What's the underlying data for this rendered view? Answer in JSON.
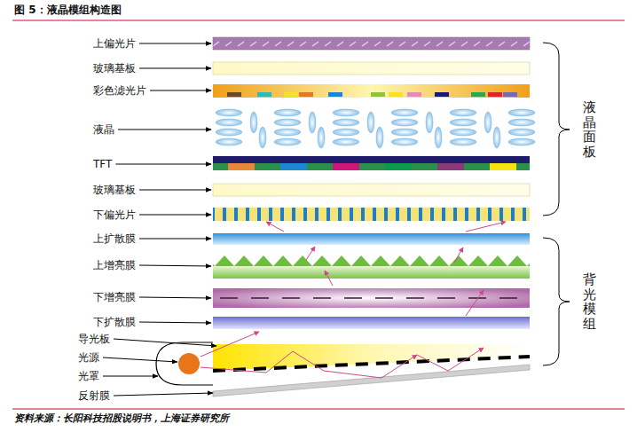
{
  "diagram": {
    "title": "图 5：液晶模组构造图",
    "caption": "资料来源：长阳科技招股说明书，上海证券研究所",
    "labels": [
      "上偏光片",
      "玻璃基板",
      "彩色滤光片",
      "液晶",
      "TFT",
      "玻璃基板",
      "下偏光片",
      "上扩散膜",
      "上增亮膜",
      "下增亮膜",
      "下扩散膜",
      "导光板",
      "光源",
      "光罩",
      "反射膜",
      "液晶面板",
      "背光模组"
    ]
  }
}
